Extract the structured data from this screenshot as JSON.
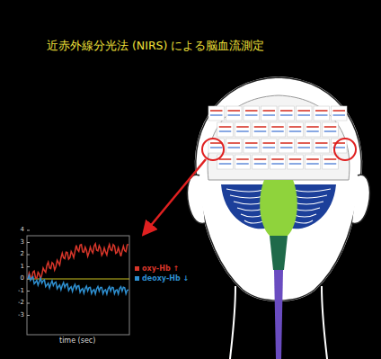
{
  "diagram": {
    "title": "近赤外線分光法 (NIRS) による脳血流測定",
    "labels": [
      "4",
      "3",
      "2",
      "1",
      "0",
      "-1",
      "-2",
      "-3",
      "time (sec)"
    ],
    "legend": [
      {
        "text": "oxy-Hb ↑",
        "color": "#d8362a"
      },
      {
        "text": "deoxy-Hb ↓",
        "color": "#2e8fd0"
      }
    ]
  }
}
